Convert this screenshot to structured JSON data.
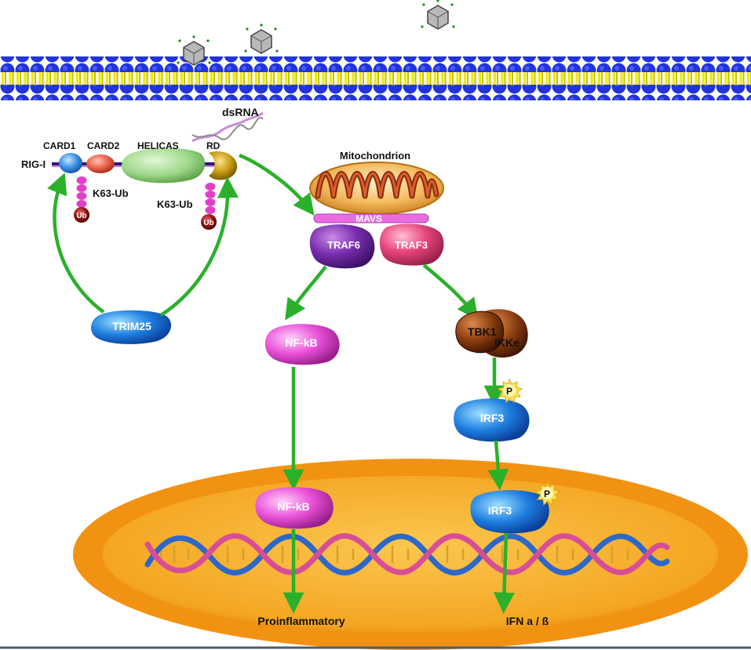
{
  "labels": {
    "dsrna": "dsRNA",
    "rigi": "RIG-I",
    "card1": "CARD1",
    "card2": "CARD2",
    "helicas": "HELICAS",
    "rd": "RD",
    "k63ub_left": "K63-Ub",
    "k63ub_right": "K63-Ub",
    "ub_left": "Ub",
    "ub_right": "Ub",
    "trim25": "TRIM25",
    "mitochondrion": "Mitochondrion",
    "mavs": "MAVS",
    "traf6": "TRAF6",
    "traf3": "TRAF3",
    "nfkb_cyto": "NF-kB",
    "nfkb_nucleus": "NF-kB",
    "tbk1": "TBK1",
    "ikke": "IKKe",
    "irf3_cyto": "IRF3",
    "irf3_nucleus": "IRF3",
    "p_cyto": "P",
    "p_nucleus": "P",
    "proinflammatory": "Proinflammatory",
    "ifn": "IFN a / ß"
  },
  "colors": {
    "arrow": "#2bb02b",
    "membrane_head": "#2233dd",
    "membrane_tail": "#f2e800",
    "nucleus_outer": "#f39c12",
    "nucleus_inner": "#f7b52a",
    "traf6": "#7a2fb0",
    "traf3": "#e8457c",
    "nfkb": "#e94fd8",
    "irf3": "#1e7fe0",
    "trim25": "#2a6fd6",
    "tbk1": "#8a3d10",
    "ub": "#8a1010"
  },
  "icons": [
    "virus-icon",
    "phosphate-icon",
    "ubiquitin-icon",
    "dna-helix-icon",
    "mitochondrion-icon"
  ]
}
